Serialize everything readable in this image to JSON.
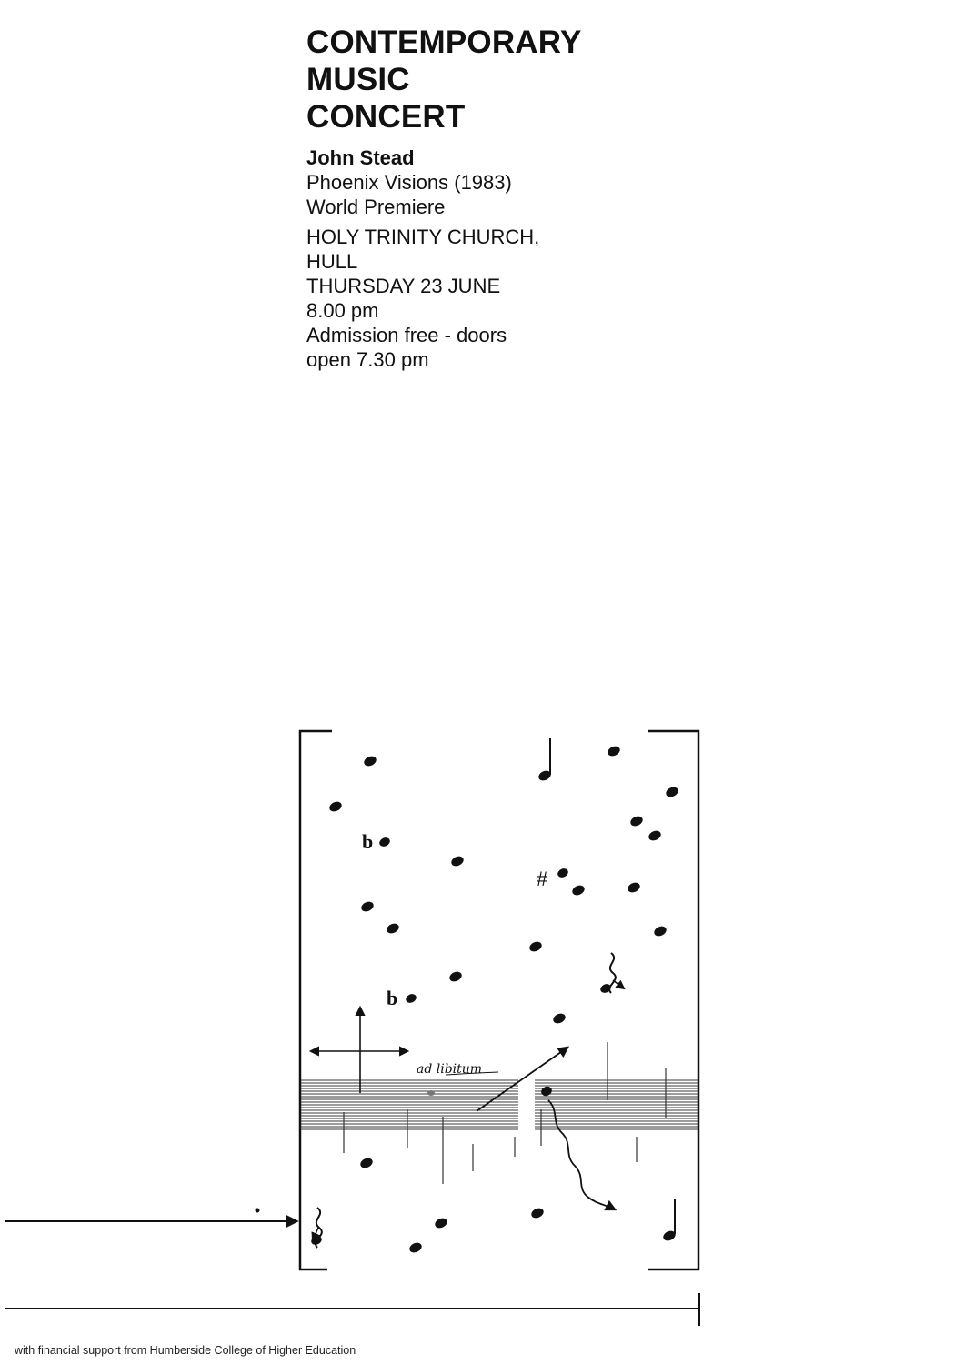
{
  "title_lines": [
    "CONTEMPORARY",
    "MUSIC",
    "CONCERT"
  ],
  "composer": "John Stead",
  "work": "Phoenix Visions (1983)",
  "premiere": "World Premiere",
  "venue_line1": "HOLY TRINITY CHURCH,",
  "venue_line2": "HULL",
  "date": "THURSDAY 23 JUNE",
  "time": "8.00 pm",
  "admission_line1": "Admission free - doors",
  "admission_line2": "open 7.30 pm",
  "score": {
    "annotation": "ad libitum",
    "flat_symbol": "b",
    "sharp_symbol": "#"
  },
  "footer": "with financial support from Humberside College of Higher Education"
}
